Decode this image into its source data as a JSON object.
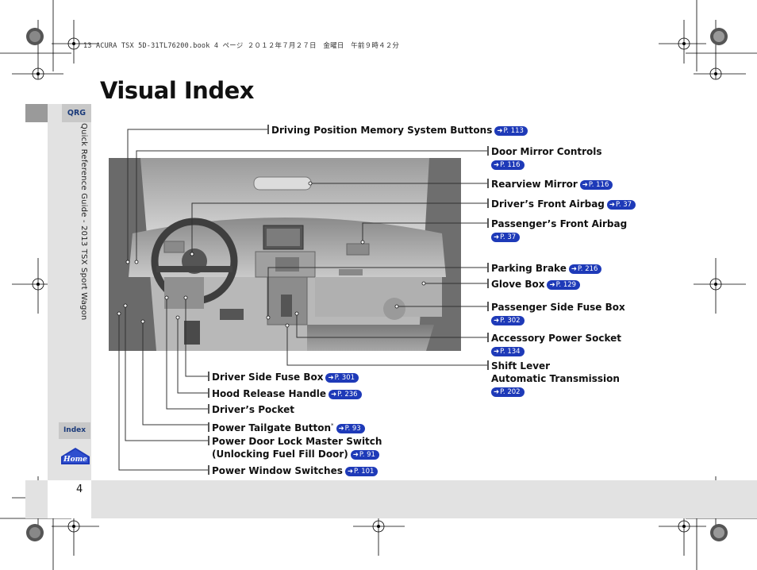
{
  "header": {
    "print_info": "13 ACURA TSX 5D-31TL76200.book  4 ページ  ２０１２年７月２７日　金曜日　午前９時４２分"
  },
  "page": {
    "title": "Visual Index",
    "number": "4"
  },
  "sidebar": {
    "qrg_tab": "QRG",
    "section_label": "Quick Reference Guide - 2013 TSX Sport Wagon",
    "index_tab": "Index",
    "home_label": "Home"
  },
  "callouts": [
    {
      "id": "driving-position-memory",
      "lines": [
        "Driving Position Memory System Buttons"
      ],
      "ref": "P. 113"
    },
    {
      "id": "door-mirror-controls",
      "lines": [
        "Door Mirror Controls"
      ],
      "ref": "P. 116"
    },
    {
      "id": "rearview-mirror",
      "lines": [
        "Rearview Mirror"
      ],
      "ref": "P. 116"
    },
    {
      "id": "drivers-front-airbag",
      "lines": [
        "Driver’s Front Airbag"
      ],
      "ref": "P. 37"
    },
    {
      "id": "passengers-front-airbag",
      "lines": [
        "Passenger’s Front Airbag"
      ],
      "ref": "P. 37"
    },
    {
      "id": "parking-brake",
      "lines": [
        "Parking Brake"
      ],
      "ref": "P. 216"
    },
    {
      "id": "glove-box",
      "lines": [
        "Glove Box"
      ],
      "ref": "P. 129"
    },
    {
      "id": "passenger-side-fuse-box",
      "lines": [
        "Passenger Side Fuse Box"
      ],
      "ref": "P. 302"
    },
    {
      "id": "accessory-power-socket",
      "lines": [
        "Accessory Power Socket"
      ],
      "ref": "P. 134"
    },
    {
      "id": "shift-lever",
      "lines": [
        "Shift Lever",
        "Automatic Transmission"
      ],
      "ref": "P. 202"
    },
    {
      "id": "driver-side-fuse-box",
      "lines": [
        "Driver Side Fuse Box"
      ],
      "ref": "P. 301"
    },
    {
      "id": "hood-release-handle",
      "lines": [
        "Hood Release Handle"
      ],
      "ref": "P. 236"
    },
    {
      "id": "drivers-pocket",
      "lines": [
        "Driver’s Pocket"
      ],
      "ref": ""
    },
    {
      "id": "power-tailgate-button",
      "lines": [
        "Power Tailgate Button"
      ],
      "star": "*",
      "ref": "P. 93"
    },
    {
      "id": "power-door-lock-master-switch",
      "lines": [
        "Power Door Lock Master Switch",
        "(Unlocking Fuel Fill Door)"
      ],
      "ref": "P. 91"
    },
    {
      "id": "power-window-switches",
      "lines": [
        "Power Window Switches"
      ],
      "ref": "P. 101"
    }
  ],
  "colors": {
    "ref_badge": "#1e3ab8",
    "tab_text": "#1a3a7a",
    "sidebar_bg": "#e2e2e2"
  }
}
